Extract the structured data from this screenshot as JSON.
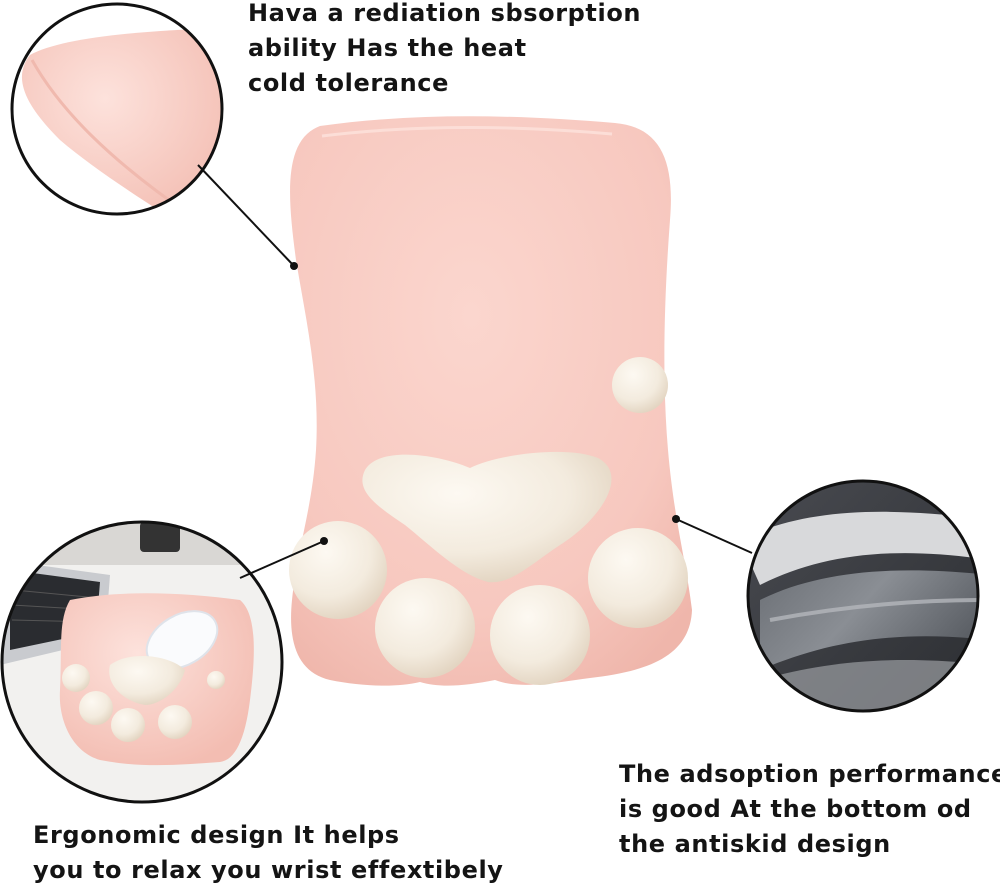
{
  "colors": {
    "pad_pink": "#f7c9c0",
    "pad_pink_light": "#fbd9d2",
    "paw_cream": "#f3ecdf",
    "text": "#141414",
    "background": "#ffffff"
  },
  "callouts": {
    "top": {
      "lines": [
        "Hava a rediation sbsorption",
        "ability Has the heat",
        "cold tolerance"
      ]
    },
    "bottom_left": {
      "lines": [
        "Ergonomic design It helps",
        "you to relax you wrist effextibely"
      ]
    },
    "bottom_right": {
      "lines": [
        "The adsoption performance",
        "is good  At the bottom od",
        "the antiskid design"
      ]
    }
  }
}
